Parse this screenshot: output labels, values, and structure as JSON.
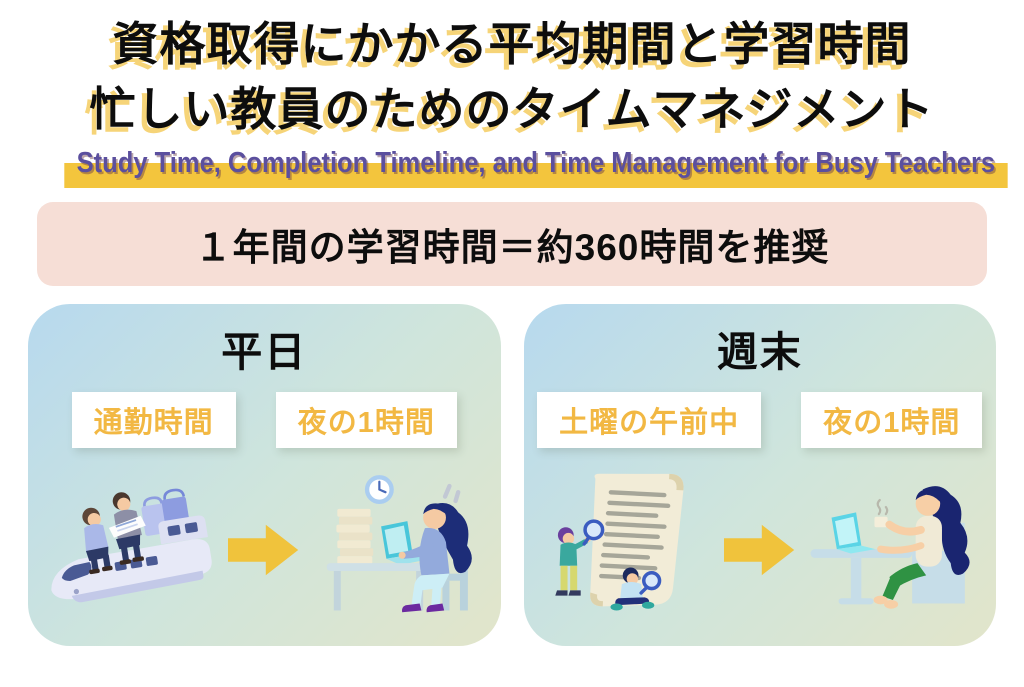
{
  "header": {
    "title_line1": "資格取得にかかる平均期間と学習時間",
    "title_line2": "忙しい教員のためのタイムマネジメント",
    "subtitle_en": "Study Time, Completion Timeline, and Time Management for Busy Teachers"
  },
  "recommendation_banner": {
    "text": "１年間の学習時間＝約360時間を推奨"
  },
  "panels": [
    {
      "title": "平日",
      "time_slots": [
        "通勤時間",
        "夜の1時間"
      ],
      "illustrations": [
        "commute-train",
        "night-study-desk"
      ]
    },
    {
      "title": "週末",
      "time_slots": [
        "土曜の午前中",
        "夜の1時間"
      ],
      "illustrations": [
        "document-review",
        "relaxed-study-desk"
      ]
    }
  ],
  "icons": [
    "arrow-right",
    "clock",
    "magnifying-glass"
  ],
  "colors": {
    "title_shadow_yellow": "#f6d478",
    "highlight_yellow": "#f3c53d",
    "subtitle_purple": "#5b4f9e",
    "banner_pink": "#f6ded6",
    "time_slot_orange": "#f2b843",
    "arrow_gold": "#f0c33c",
    "panel_gradient_start": "#b7d9ee",
    "panel_gradient_end": "#e2e5ca"
  }
}
